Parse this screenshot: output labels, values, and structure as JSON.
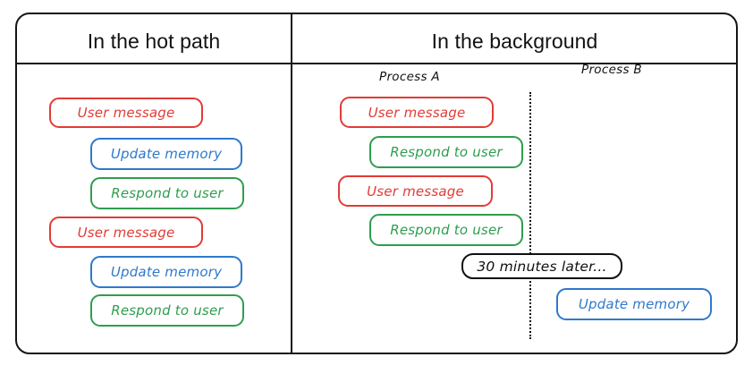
{
  "diagram": {
    "title_left": "In the hot path",
    "title_right": "In the background",
    "process_a": "Process A",
    "process_b": "Process B",
    "colors": {
      "red": "#e23b35",
      "blue": "#2f79cc",
      "green": "#2f9e4f",
      "black": "#101010",
      "background": "#ffffff"
    }
  },
  "hot_path": {
    "steps": [
      {
        "label": "User message",
        "color": "red"
      },
      {
        "label": "Update memory",
        "color": "blue"
      },
      {
        "label": "Respond to user",
        "color": "green"
      },
      {
        "label": "User message",
        "color": "red"
      },
      {
        "label": "Update memory",
        "color": "blue"
      },
      {
        "label": "Respond to user",
        "color": "green"
      }
    ]
  },
  "background": {
    "process_a_steps": [
      {
        "label": "User message",
        "color": "red"
      },
      {
        "label": "Respond to user",
        "color": "green"
      },
      {
        "label": "User message",
        "color": "red"
      },
      {
        "label": "Respond to user",
        "color": "green"
      }
    ],
    "time_gap": {
      "label": "30 minutes later...",
      "color": "black"
    },
    "process_b_steps": [
      {
        "label": "Update memory",
        "color": "blue"
      }
    ]
  }
}
